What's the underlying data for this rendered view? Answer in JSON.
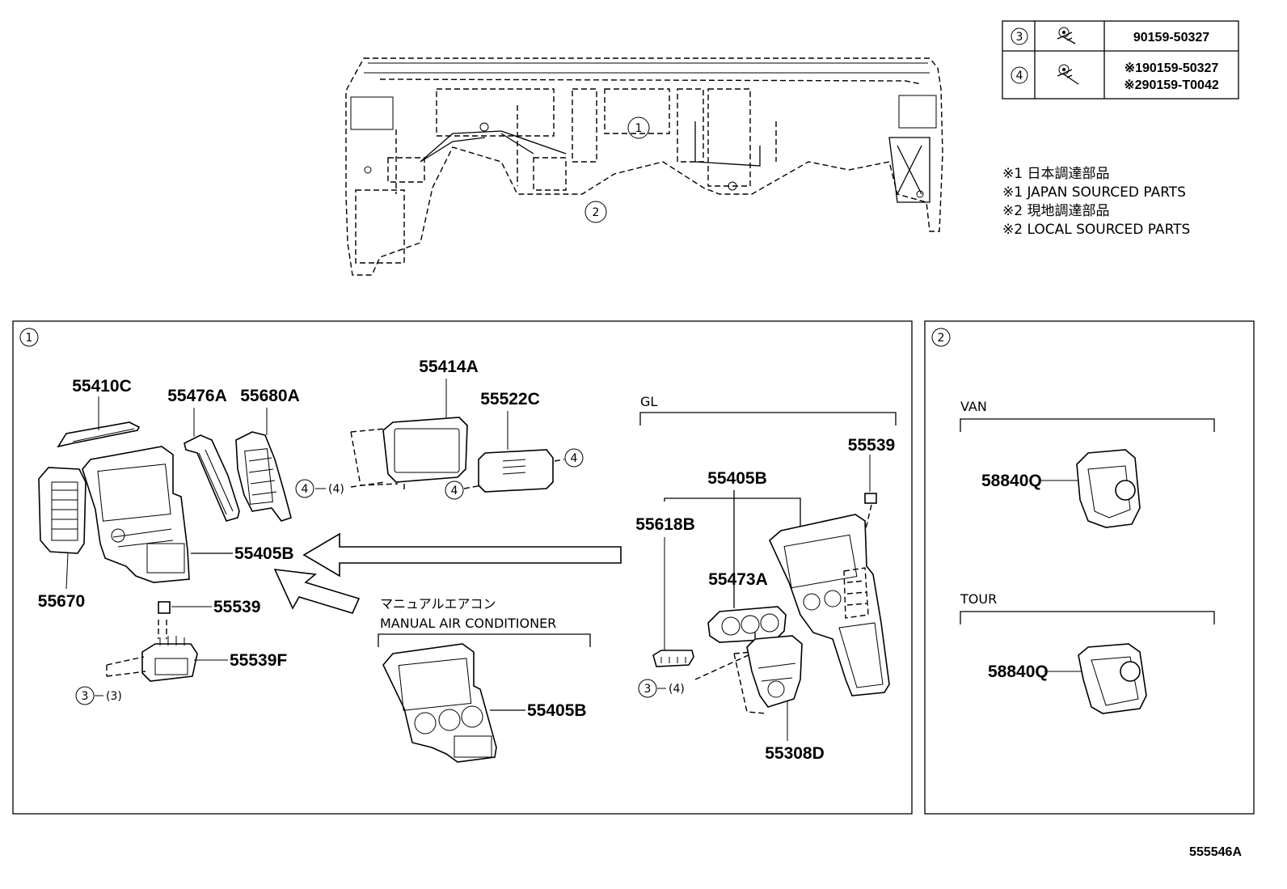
{
  "fastener_table": {
    "rows": [
      {
        "circle": "3",
        "icon": "bolt-icon",
        "parts": [
          "90159-50327"
        ]
      },
      {
        "circle": "4",
        "icon": "bolt-icon",
        "parts": [
          "※190159-50327",
          "※290159-T0042"
        ]
      }
    ]
  },
  "notes": [
    "※1 日本調達部品",
    "※1 JAPAN SOURCED PARTS",
    "※2 現地調達部品",
    "※2 LOCAL SOURCED PARTS"
  ],
  "overview": {
    "callout_1": "1",
    "callout_2": "2"
  },
  "panel_1": {
    "number": "1",
    "parts": {
      "p55410C": "55410C",
      "p55476A": "55476A",
      "p55680A": "55680A",
      "p55414A": "55414A",
      "p55522C": "55522C",
      "p55405B_main": "55405B",
      "p55670": "55670",
      "p55539_left": "55539",
      "p55539F": "55539F",
      "p55405B_manual": "55405B",
      "p55539_gl": "55539",
      "p55405B_gl": "55405B",
      "p55618B": "55618B",
      "p55473A": "55473A",
      "p55308D": "55308D"
    },
    "fastener_callouts": {
      "c4_a": "4",
      "c4_a_paren": "(4)",
      "c4_b": "4",
      "c4_c": "4",
      "c3_left": "3",
      "c3_left_paren": "(3)",
      "c3_gl": "3",
      "c3_gl_paren": "(4)"
    },
    "labels": {
      "gl": "GL",
      "manual_jp": "マニュアルエアコン",
      "manual_en": "MANUAL AIR CONDITIONER"
    }
  },
  "panel_2": {
    "number": "2",
    "van_label": "VAN",
    "van_part": "58840Q",
    "tour_label": "TOUR",
    "tour_part": "58840Q"
  },
  "figure_id": "555546A"
}
